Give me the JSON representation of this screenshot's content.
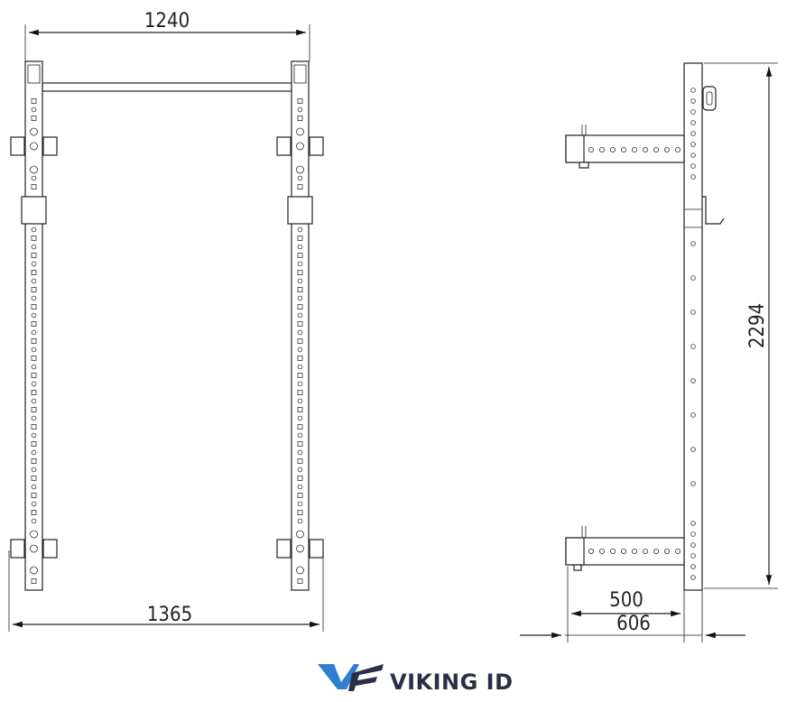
{
  "dimensions": {
    "top_width": "1240",
    "bottom_width": "1365",
    "height": "2294",
    "arm_length": "500",
    "depth": "606"
  },
  "brand": {
    "name": "VIKING ID",
    "colors": {
      "dark": "#2a2f45",
      "blue": "#2f7fd0"
    }
  }
}
